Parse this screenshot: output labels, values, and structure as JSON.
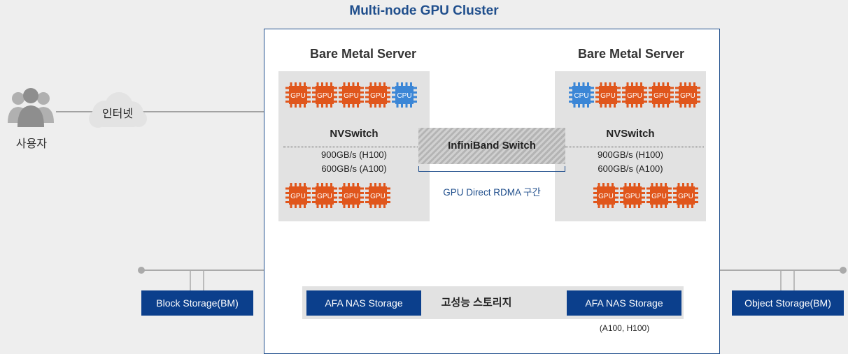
{
  "title": "Multi-node GPU Cluster",
  "servers": [
    {
      "title": "Bare Metal Server",
      "switch": "NVSwitch",
      "spec1": "900GB/s (H100)",
      "spec2": "600GB/s (A100)"
    },
    {
      "title": "Bare Metal Server",
      "switch": "NVSwitch",
      "spec1": "900GB/s (H100)",
      "spec2": "600GB/s (A100)"
    }
  ],
  "chips": {
    "gpu": "GPU",
    "cpu": "CPU"
  },
  "infiniband": "InfiniBand Switch",
  "rdma": "GPU Direct RDMA 구간",
  "internet": "인터넷",
  "user": "사용자",
  "storage": {
    "block": "Block Storage(BM)",
    "afa_left": "AFA NAS Storage",
    "afa_right": "AFA NAS Storage",
    "high_perf": "고성능 스토리지",
    "object": "Object Storage(BM)",
    "note": "(A100, H100)"
  },
  "colors": {
    "gpu": "#e0561c",
    "cpu": "#3b86d6",
    "brand": "#1f4e8c",
    "storage_box": "#0b3f8c"
  }
}
